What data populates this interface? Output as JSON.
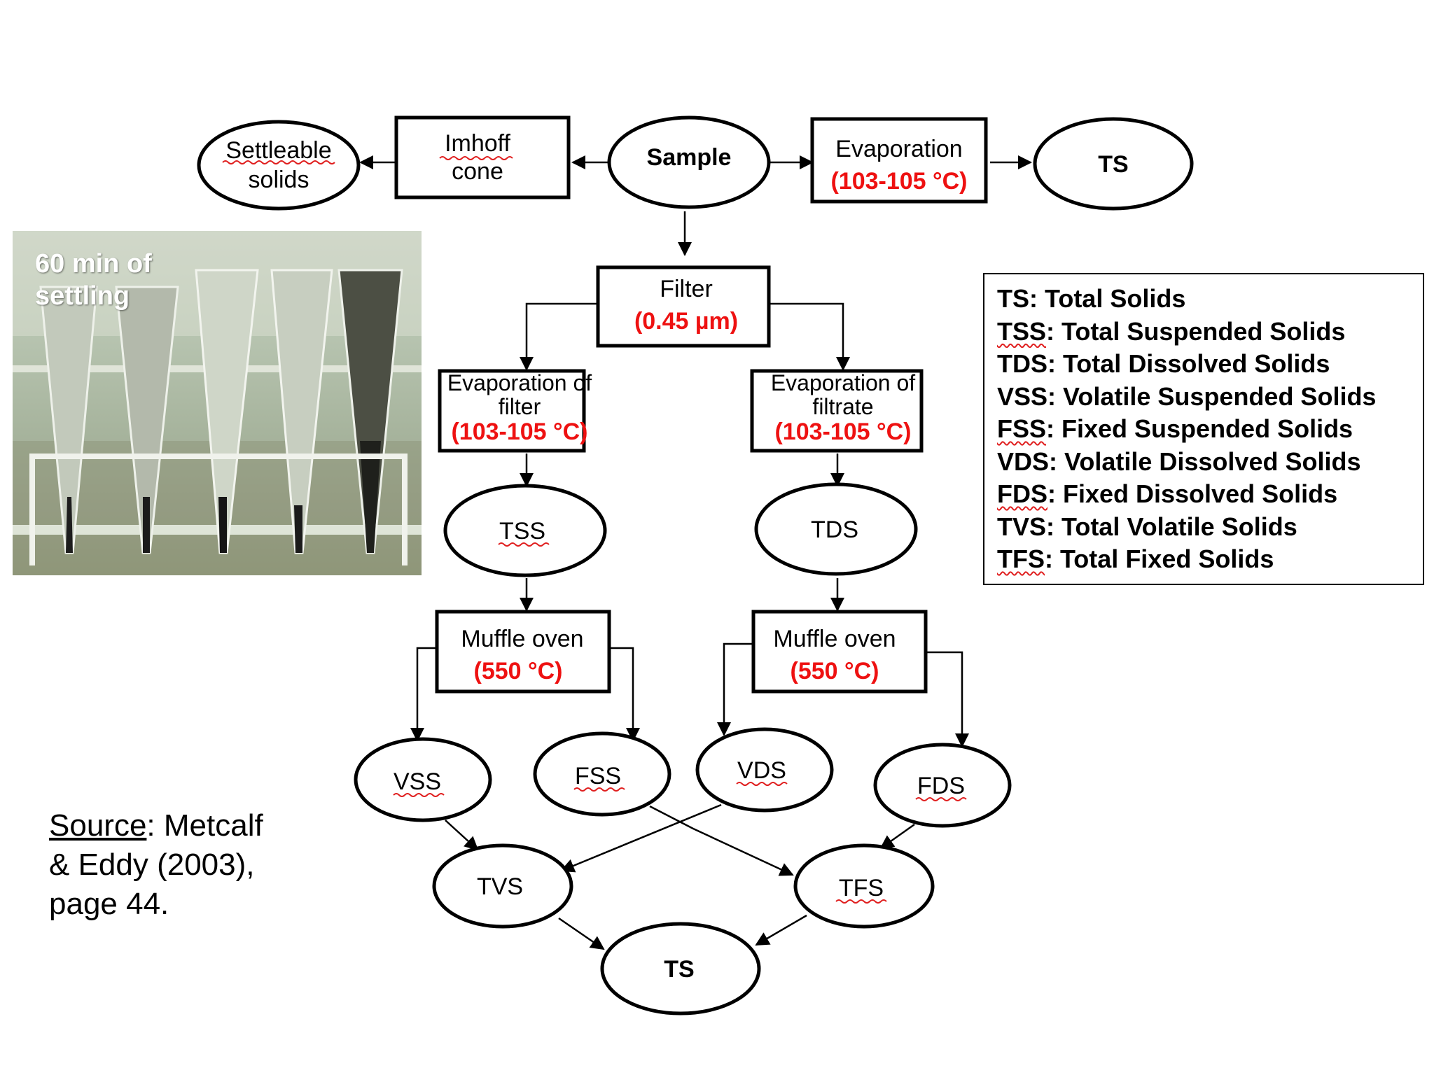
{
  "nodes": {
    "sample": "Sample",
    "imhoff": [
      "Imhoff",
      "cone"
    ],
    "settleable": [
      "Settleable",
      "solids"
    ],
    "evaporation_top": "Evaporation",
    "evaporation_top_temp": "(103-105 °C)",
    "ts_top": "TS",
    "filter": "Filter",
    "filter_size": "(0.45 µm)",
    "evap_filter": [
      "Evaporation of",
      "filter"
    ],
    "evap_filter_temp": "(103-105 °C)",
    "evap_filtrate": [
      "Evaporation of",
      "filtrate"
    ],
    "evap_filtrate_temp": "(103-105 °C)",
    "tss": "TSS",
    "tds": "TDS",
    "muffle_left": "Muffle oven",
    "muffle_left_temp": "(550 °C)",
    "muffle_right": "Muffle oven",
    "muffle_right_temp": "(550 °C)",
    "vss": "VSS",
    "fss": "FSS",
    "vds": "VDS",
    "fds": "FDS",
    "tvs": "TVS",
    "tfs": "TFS",
    "ts_bottom": "TS"
  },
  "legend": [
    {
      "abbr": "TS",
      "def": ": Total Solids"
    },
    {
      "abbr": "TSS",
      "def": ": Total Suspended Solids"
    },
    {
      "abbr": "TDS",
      "def": ": Total Dissolved Solids"
    },
    {
      "abbr": "VSS",
      "def": ": Volatile Suspended Solids"
    },
    {
      "abbr": "FSS",
      "def": ": Fixed Suspended Solids"
    },
    {
      "abbr": "VDS",
      "def": ": Volatile Dissolved Solids"
    },
    {
      "abbr": "FDS",
      "def": ": Fixed Dissolved Solids"
    },
    {
      "abbr": "TVS",
      "def": ": Total Volatile Solids"
    },
    {
      "abbr": "TFS",
      "def": ": Total Fixed Solids"
    }
  ],
  "source": {
    "label": "Source",
    "lines": [
      ": Metcalf",
      "& Eddy (2003),",
      "page 44."
    ]
  },
  "photo": {
    "caption": [
      "60 min of",
      "settling"
    ]
  },
  "colors": {
    "temperature_text": "#ee1111",
    "spellcheck_underline": "#e02020"
  }
}
